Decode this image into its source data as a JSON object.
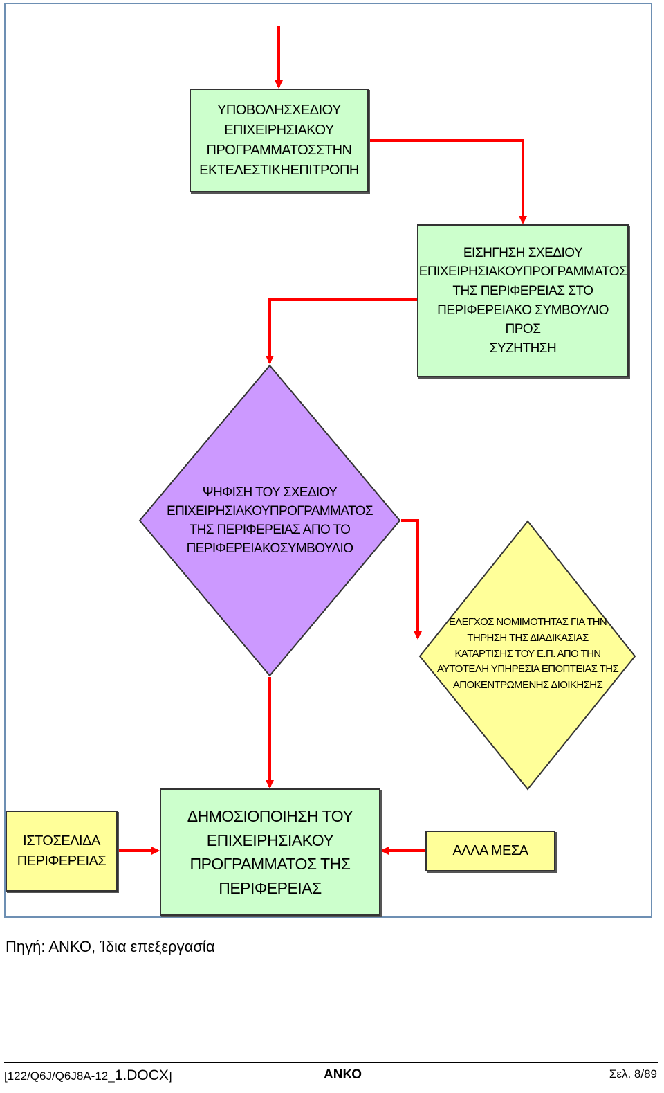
{
  "nodes": {
    "submission": "ΥΠΟΒΟΛΗΣΧΕΔΙΟΥ\nΕΠΙΧΕΙΡΗΣΙΑΚΟΥ\nΠΡΟΓΡΑΜΜΑΤΟΣΣΤΗΝ\nΕΚΤΕΛΕΣΤΙΚΗΕΠΙΤΡΟΠΗ",
    "recommendation": "ΕΙΣΗΓΗΣΗ ΣΧΕΔΙΟΥ\nΕΠΙΧΕΙΡΗΣΙΑΚΟΥΠΡΟΓΡΑΜΜΑΤΟΣ\nΤΗΣ ΠΕΡΙΦΕΡΕΙΑΣ ΣΤΟ\nΠΕΡΙΦΕΡΕΙΑΚΟ ΣΥΜΒΟΥΛΙΟ ΠΡΟΣ\nΣΥΖΗΤΗΣΗ",
    "vote": "ΨΗΦΙΣΗ ΤΟΥ ΣΧΕΔΙΟΥ\nΕΠΙΧΕΙΡΗΣΙΑΚΟΥΠΡΟΓΡΑΜΜΑΤΟΣ\nΤΗΣ ΠΕΡΙΦΕΡΕΙΑΣ ΑΠΟ ΤΟ\nΠΕΡΙΦΕΡΕΙΑΚΟΣΥΜΒΟΥΛΙΟ",
    "legality_check": "ΕΛΕΓΧΟΣ ΝΟΜΙΜΟΤΗΤΑΣ ΓΙΑ ΤΗΝ\nΤΗΡΗΣΗ ΤΗΣ ΔΙΑΔΙΚΑΣΙΑΣ\nΚΑΤΑΡΤΙΣΗΣ ΤΟΥ Ε.Π. ΑΠΟ ΤΗΝ\nΑΥΤΟΤΕΛΗ ΥΠΗΡΕΣΙΑ ΕΠΟΠΤΕΙΑΣ ΤΗΣ\nΑΠΟΚΕΝΤΡΩΜΕΝΗΣ ΔΙΟΙΚΗΣΗΣ",
    "publication": "ΔΗΜΟΣΙΟΠΟΙΗΣΗ ΤΟΥ\nΕΠΙΧΕΙΡΗΣΙΑΚΟΥ\nΠΡΟΓΡΑΜΜΑΤΟΣ ΤΗΣ\nΠΕΡΙΦΕΡΕΙΑΣ",
    "website": "ΙΣΤΟΣΕΛΙΔΑ\nΠΕΡΙΦΕΡΕΙΑΣ",
    "other_media": "ΑΛΛΑ ΜΕΣΑ"
  },
  "caption": "Πηγή: ΑΝΚΟ, Ίδια επεξεργασία",
  "footer": {
    "doc_prefix": "[122/Q6J/Q6J8A-12_",
    "doc_name": "1.DOCX",
    "doc_suffix": "]",
    "org": "ΑΝΚΟ",
    "page": "Σελ. 8/89"
  },
  "colors": {
    "arrow": "#ff0000",
    "green_box": "#ccffcc",
    "yellow_box": "#ffff99",
    "purple_diamond": "#cc99ff"
  }
}
